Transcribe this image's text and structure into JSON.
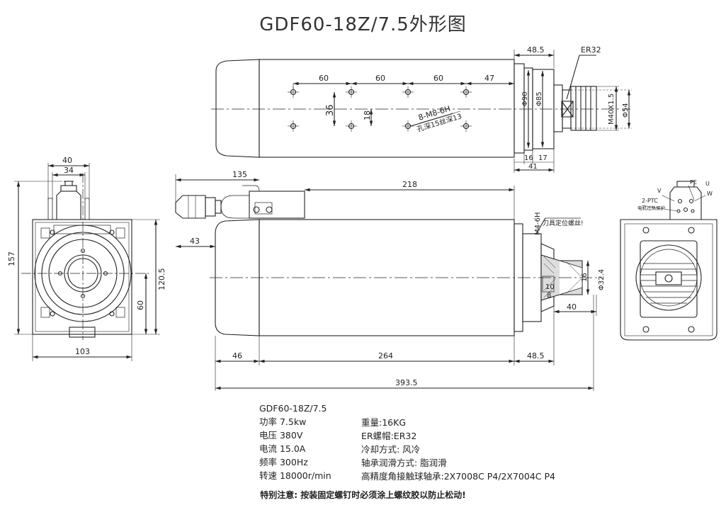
{
  "title": "GDF60-18Z/7.5外形图",
  "dimensions": {
    "top_view": {
      "total_top": "48.5",
      "er": "ER32",
      "spacing_1": "60",
      "spacing_2": "60",
      "spacing_3": "60",
      "spacing_4": "47",
      "vertical_36": "36",
      "vertical_18": "18",
      "thread": "8-M8-6H",
      "hole_note": "孔深15丝深13",
      "d90": "Φ90",
      "d85": "Φ85",
      "m40": "M40X1.5",
      "d54": "Φ54",
      "b16": "16",
      "b17": "17",
      "b41": "41"
    },
    "left_view": {
      "w40": "40",
      "w34": "34",
      "h157": "157",
      "h120": "120.5",
      "h60": "60",
      "w103": "103"
    },
    "side_view": {
      "d135": "135",
      "d218": "218",
      "d43": "43",
      "m4": "M4-6H",
      "tool_note": "刀具定位螺丝!",
      "d16": "16",
      "d10": "10",
      "d8": "8",
      "d32": "Φ32.4",
      "d40": "40",
      "d46": "46",
      "d264": "264",
      "d485": "48.5",
      "d3935": "393.5"
    },
    "right_view": {
      "v": "V",
      "pe": "PE",
      "u": "U",
      "w": "W",
      "ptc": "2-PTC",
      "ptc_note": "电机过热保护"
    }
  },
  "specs_left": [
    "GDF60-18Z/7.5",
    "功率 7.5kw",
    "电压 380V",
    "电流 15.0A",
    "频率 300Hz",
    "转速 18000r/min"
  ],
  "specs_right": [
    "重量:16KG",
    "ER螺帽:ER32",
    "冷却方式: 风冷",
    "轴承润滑方式: 脂润滑",
    "高精度角接触球轴承:2X7008C P4/2X7004C P4"
  ],
  "note": "特别注意: 按装固定螺钉时必须涂上螺纹胶以防止松动!"
}
